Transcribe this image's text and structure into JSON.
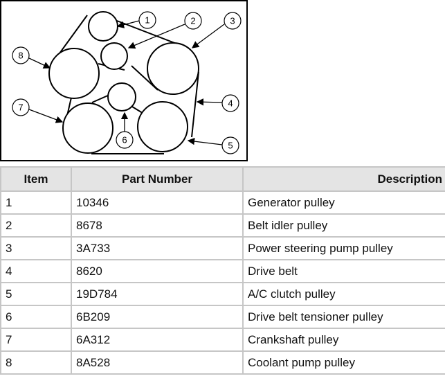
{
  "diagram": {
    "callouts": [
      "1",
      "2",
      "3",
      "4",
      "5",
      "6",
      "7",
      "8"
    ]
  },
  "table": {
    "headers": {
      "item": "Item",
      "part_number": "Part Number",
      "description": "Description"
    },
    "rows": [
      {
        "item": "1",
        "part_number": "10346",
        "description": "Generator pulley"
      },
      {
        "item": "2",
        "part_number": "8678",
        "description": "Belt idler pulley"
      },
      {
        "item": "3",
        "part_number": "3A733",
        "description": "Power steering pump pulley"
      },
      {
        "item": "4",
        "part_number": "8620",
        "description": "Drive belt"
      },
      {
        "item": "5",
        "part_number": "19D784",
        "description": "A/C clutch pulley"
      },
      {
        "item": "6",
        "part_number": "6B209",
        "description": "Drive belt tensioner pulley"
      },
      {
        "item": "7",
        "part_number": "6A312",
        "description": "Crankshaft pulley"
      },
      {
        "item": "8",
        "part_number": "8A528",
        "description": "Coolant pump pulley"
      }
    ]
  }
}
